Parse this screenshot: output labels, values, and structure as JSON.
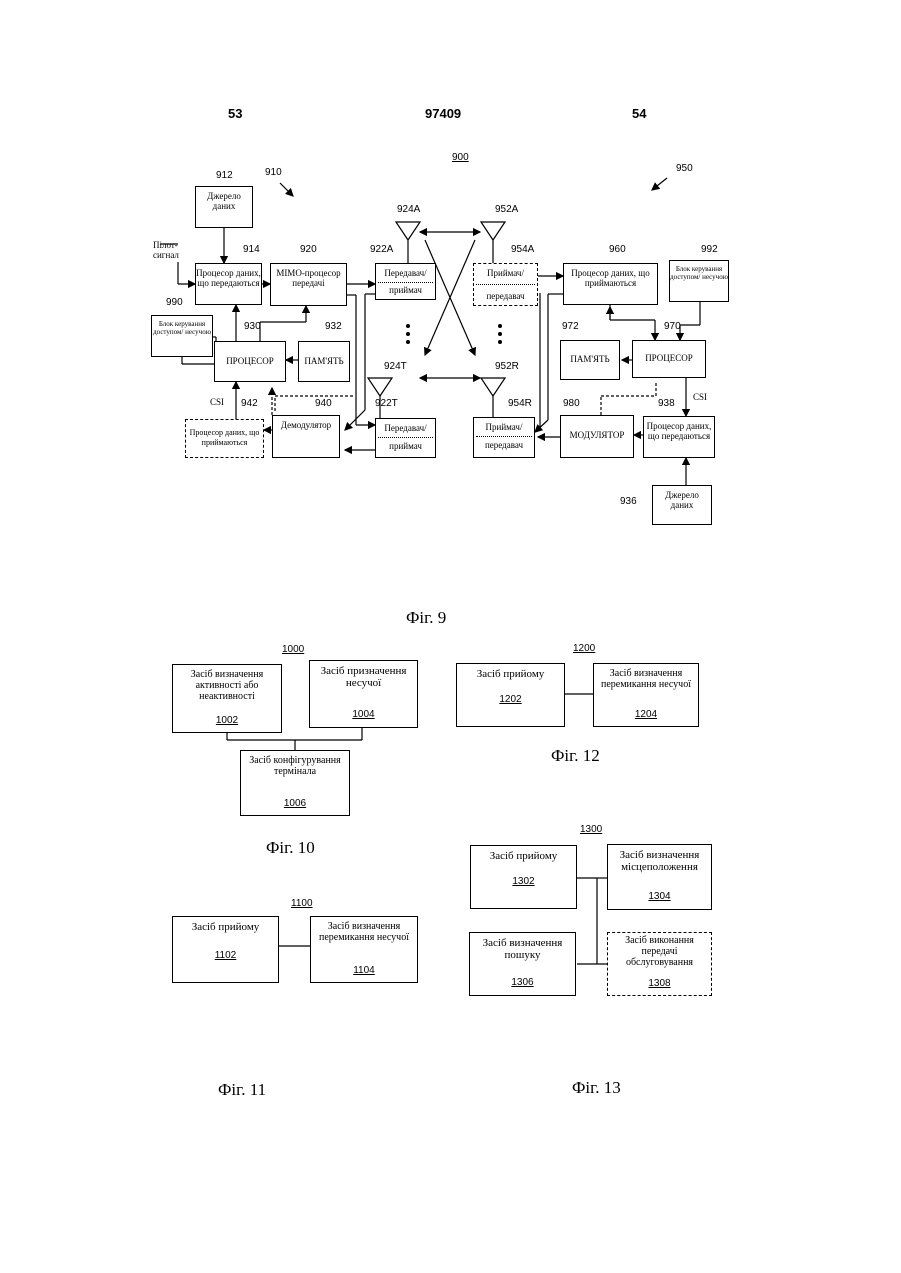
{
  "header": {
    "left_page": "53",
    "patent_number": "97409",
    "right_page": "54"
  },
  "fig9": {
    "ref_main": "900",
    "ref_tx": "910",
    "ref_rx": "950",
    "pilot": "Пілот-сигнал",
    "csi_left": "CSI",
    "csi_right": "CSI",
    "boxes": {
      "b912": {
        "num": "912",
        "text": "Джерело даних"
      },
      "b914": {
        "num": "914",
        "text": "Процесор даних, що передаються"
      },
      "b920": {
        "num": "920",
        "text": "MIMO-процесор передачі"
      },
      "b990": {
        "num": "990",
        "text": "Блок керування доступом/ несучою"
      },
      "b930": {
        "num": "930",
        "text": "ПРОЦЕСОР"
      },
      "b932": {
        "num": "932",
        "text": "ПАМ'ЯТЬ"
      },
      "b942": {
        "num": "942",
        "text": "Процесор даних, що приймаються"
      },
      "b940": {
        "num": "940",
        "text": "Демодулятор"
      },
      "b922A": {
        "num": "922A",
        "top": "Передавач/",
        "bottom": "приймач"
      },
      "b922T": {
        "num": "922T",
        "top": "Передавач/",
        "bottom": "приймач"
      },
      "b954A": {
        "num": "954A",
        "top": "Приймач/",
        "bottom": "передавач"
      },
      "b954R": {
        "num": "954R",
        "top": "Приймач/",
        "bottom": "передавач"
      },
      "b960": {
        "num": "960",
        "text": "Процесор даних, що приймаються"
      },
      "b992": {
        "num": "992",
        "text": "Блок керування доступом/ несучою"
      },
      "b972": {
        "num": "972",
        "text": "ПАМ'ЯТЬ"
      },
      "b970": {
        "num": "970",
        "text": "ПРОЦЕСОР"
      },
      "b980": {
        "num": "980",
        "text": "МОДУЛЯТОР"
      },
      "b938": {
        "num": "938",
        "text": "Процесор даних, що передаються"
      },
      "b936": {
        "num": "936",
        "text": "Джерело даних"
      }
    },
    "antennas": {
      "a924A": "924A",
      "a924T": "924T",
      "a952A": "952A",
      "a952R": "952R"
    },
    "caption": "Фіг. 9"
  },
  "fig10": {
    "ref": "1000",
    "b1002": {
      "text": "Засіб визначення активності або неактивності",
      "num": "1002"
    },
    "b1004": {
      "text": "Засіб призначення несучої",
      "num": "1004"
    },
    "b1006": {
      "text": "Засіб конфігурування терміналa",
      "num": "1006"
    },
    "caption": "Фіг. 10"
  },
  "fig11": {
    "ref": "1100",
    "b1102": {
      "text": "Засіб прийому",
      "num": "1102"
    },
    "b1104": {
      "text": "Засіб визначення перемикання несучої",
      "num": "1104"
    },
    "caption": "Фіг. 11"
  },
  "fig12": {
    "ref": "1200",
    "b1202": {
      "text": "Засіб прийому",
      "num": "1202"
    },
    "b1204": {
      "text": "Засіб визначення перемикання несучої",
      "num": "1204"
    },
    "caption": "Фіг. 12"
  },
  "fig13": {
    "ref": "1300",
    "b1302": {
      "text": "Засіб прийому",
      "num": "1302"
    },
    "b1304": {
      "text": "Засіб визначення місцеположення",
      "num": "1304"
    },
    "b1306": {
      "text": "Засіб визначення пошуку",
      "num": "1306"
    },
    "b1308": {
      "text": "Засіб виконання передачі обслуговування",
      "num": "1308"
    },
    "caption": "Фіг. 13"
  }
}
